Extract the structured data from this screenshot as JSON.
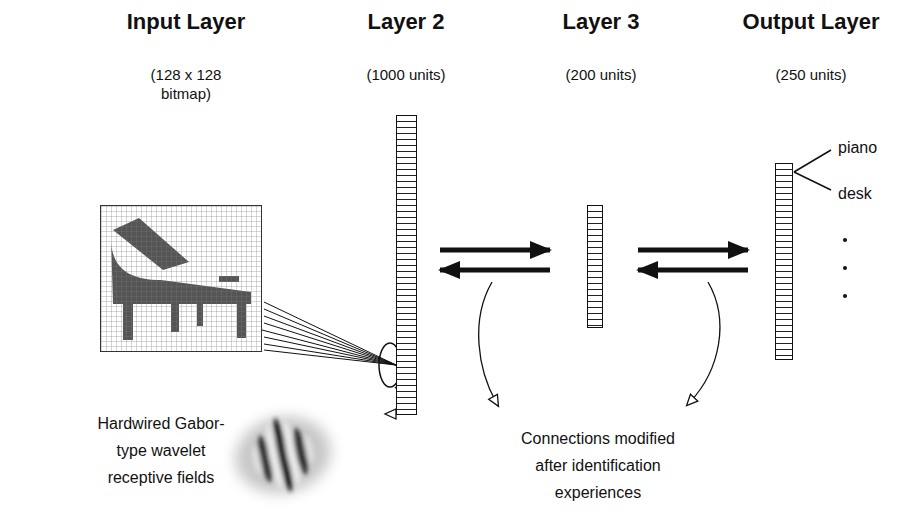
{
  "diagram": {
    "nodes": [
      {
        "text": [
          "Input Layer",
          "(128 x 128 bitmap)"
        ]
      },
      {
        "text": [
          "Layer 2",
          "(1000 units)"
        ]
      },
      {
        "text": [
          "Layer 3",
          "(200 units)"
        ]
      },
      {
        "text": [
          "Output Layer",
          "(250 units)"
        ]
      }
    ],
    "edges": [
      {
        "from": 0,
        "to": 1,
        "arrow": "none"
      },
      {
        "from": 1,
        "to": 2,
        "arrow": "to"
      },
      {
        "from": 2,
        "to": 1,
        "arrow": "to"
      },
      {
        "from": 2,
        "to": 3,
        "arrow": "to"
      },
      {
        "from": 3,
        "to": 2,
        "arrow": "to"
      }
    ],
    "labels": [
      "piano",
      "desk",
      "Hardwired Gabor-type wavelet receptive fields",
      "Connections modified after identification experiences"
    ]
  }
}
